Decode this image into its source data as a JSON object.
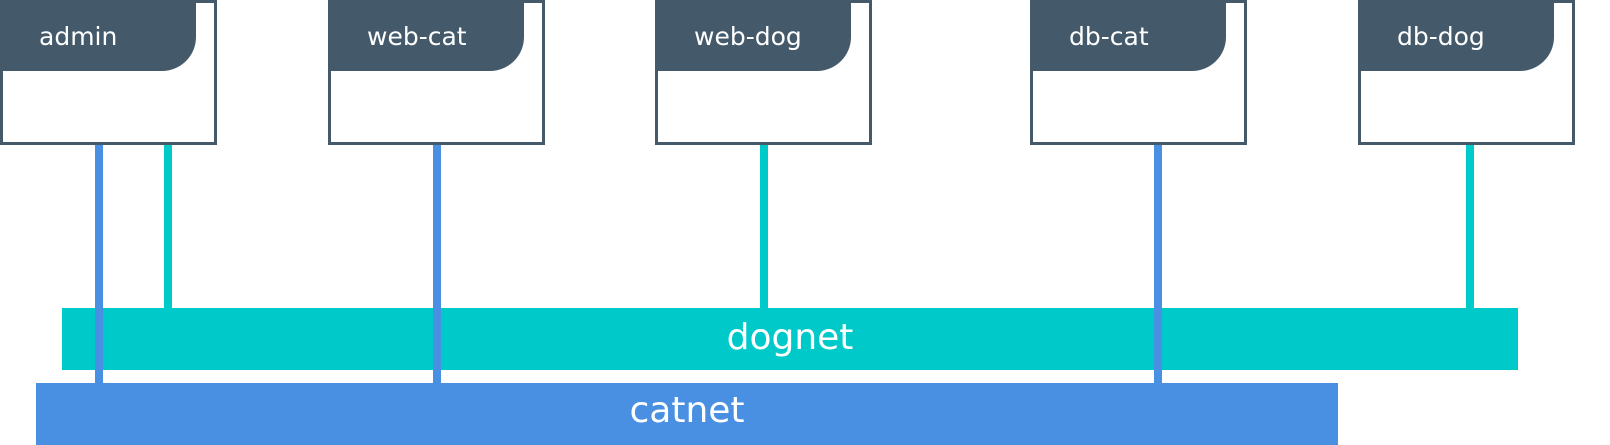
{
  "containers": [
    {
      "name": "admin"
    },
    {
      "name": "web-cat"
    },
    {
      "name": "web-dog"
    },
    {
      "name": "db-cat"
    },
    {
      "name": "db-dog"
    }
  ],
  "networks": {
    "dognet": {
      "label": "dognet",
      "color": "#00c9c9"
    },
    "catnet": {
      "label": "catnet",
      "color": "#4a90e2"
    }
  },
  "colors": {
    "container_border": "#445a6b",
    "container_tab": "#445a6b"
  }
}
